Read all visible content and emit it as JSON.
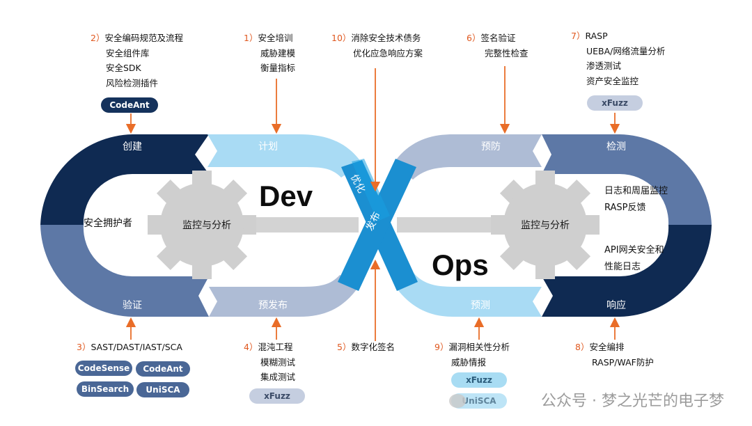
{
  "segments": {
    "create": "创建",
    "plan": "计划",
    "verify": "验证",
    "prerelease": "预发布",
    "optimize": "优化",
    "release": "发布",
    "prevent": "预防",
    "detect": "检测",
    "predict": "预测",
    "respond": "响应"
  },
  "left_gear": "监控与分析",
  "right_gear": "监控与分析",
  "dev_label": "Dev",
  "ops_label": "Ops",
  "left_center": "安全拥护者",
  "right_center": {
    "line1": "日志和周届监控",
    "line2": "RASP反馈",
    "line3": "API网关安全和",
    "line4": "性能日志"
  },
  "notes": {
    "n1": {
      "num": "1）",
      "lines": [
        "安全培训",
        "威胁建模",
        "衡量指标"
      ]
    },
    "n2": {
      "num": "2）",
      "lines": [
        "安全编码规范及流程",
        "安全组件库",
        "安全SDK",
        "风险检测插件"
      ]
    },
    "n3": {
      "num": "3）",
      "lines": [
        "SAST/DAST/IAST/SCA"
      ]
    },
    "n4": {
      "num": "4）",
      "lines": [
        "混沌工程",
        "模糊测试",
        "集成测试"
      ]
    },
    "n5": {
      "num": "5）",
      "lines": [
        "数字化签名"
      ]
    },
    "n6": {
      "num": "6）",
      "lines": [
        "签名验证",
        "完整性检查"
      ]
    },
    "n7": {
      "num": "7）",
      "lines": [
        "RASP",
        "UEBA/网络流量分析",
        "渗透测试",
        "资产安全监控"
      ]
    },
    "n8": {
      "num": "8）",
      "lines": [
        "安全编排",
        "RASP/WAF防护"
      ]
    },
    "n9": {
      "num": "9）",
      "lines": [
        "漏洞相关性分析",
        "威胁情报"
      ]
    },
    "n10": {
      "num": "10）",
      "lines": [
        "消除安全技术债务",
        "优化应急响应方案"
      ]
    }
  },
  "pills": {
    "codeant_top": "CodeAnt",
    "xfuzz_top": "xFuzz",
    "codesense": "CodeSense",
    "codeant_bottom": "CodeAnt",
    "binsearch": "BinSearch",
    "unisca": "UniSCA",
    "xfuzz_left": "xFuzz",
    "xfuzz_right": "xFuzz",
    "unisca_right": "UniSCA"
  },
  "watermark": "公众号 · 梦之光芒的电子梦",
  "colors": {
    "dark_navy": "#0f2a52",
    "mid_blue": "#5d78a6",
    "light_blue": "#a9dbf4",
    "steel_light": "#aebcd5",
    "bright_blue": "#1b8fd1",
    "gear_gray": "#cfcfcf",
    "arrow_orange": "#e96d28"
  }
}
